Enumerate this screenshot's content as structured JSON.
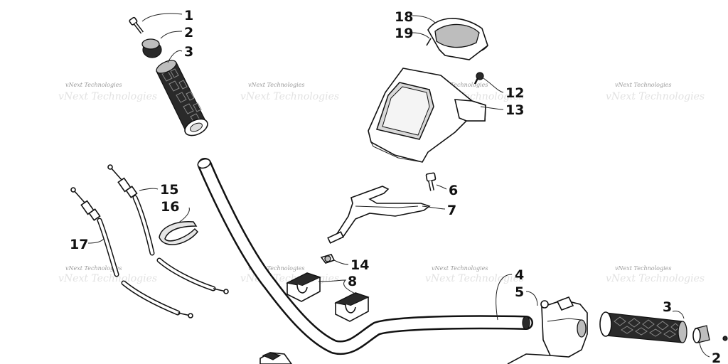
{
  "diagram": {
    "watermark_text": "vNext Technologies",
    "labels": {
      "l1": "1",
      "l2": "2",
      "l3": "3",
      "l4": "4",
      "l5": "5",
      "l6": "6",
      "l7": "7",
      "l8": "8",
      "l12": "12",
      "l13": "13",
      "l14": "14",
      "l15": "15",
      "l16": "16",
      "l17": "17",
      "l18": "18",
      "l19": "19",
      "l3b": "3",
      "l2b": "2"
    }
  }
}
